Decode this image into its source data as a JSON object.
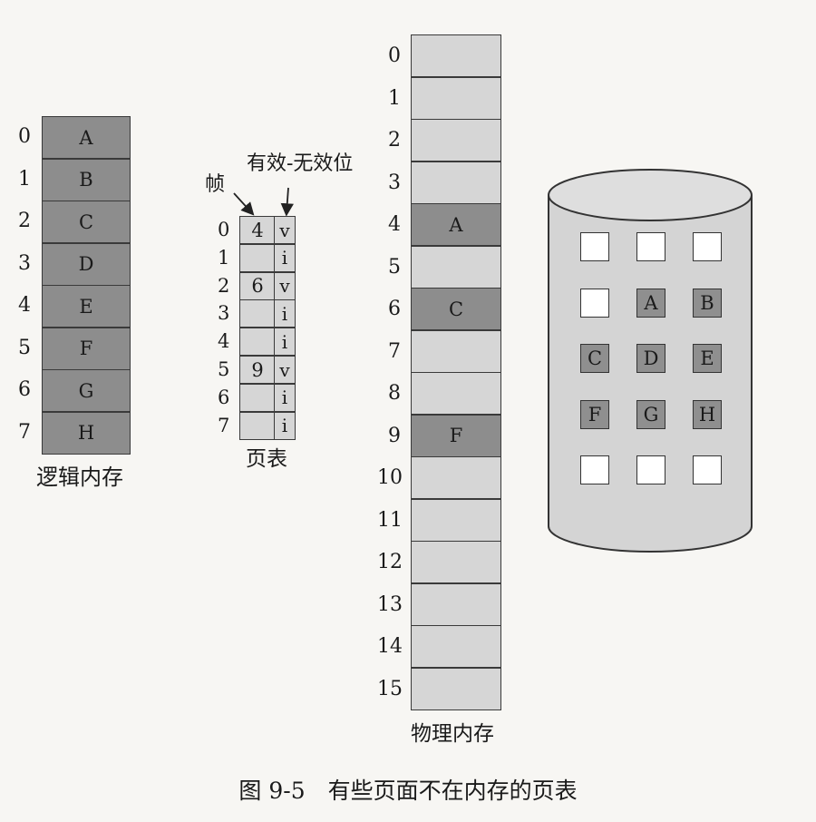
{
  "logical_memory": {
    "title": "逻辑内存",
    "rows": [
      {
        "index": "0",
        "page": "A"
      },
      {
        "index": "1",
        "page": "B"
      },
      {
        "index": "2",
        "page": "C"
      },
      {
        "index": "3",
        "page": "D"
      },
      {
        "index": "4",
        "page": "E"
      },
      {
        "index": "5",
        "page": "F"
      },
      {
        "index": "6",
        "page": "G"
      },
      {
        "index": "7",
        "page": "H"
      }
    ]
  },
  "page_table": {
    "title": "页表",
    "frame_label": "帧",
    "valid_label": "有效-无效位",
    "rows": [
      {
        "index": "0",
        "frame": "4",
        "bit": "v"
      },
      {
        "index": "1",
        "frame": "",
        "bit": "i"
      },
      {
        "index": "2",
        "frame": "6",
        "bit": "v"
      },
      {
        "index": "3",
        "frame": "",
        "bit": "i"
      },
      {
        "index": "4",
        "frame": "",
        "bit": "i"
      },
      {
        "index": "5",
        "frame": "9",
        "bit": "v"
      },
      {
        "index": "6",
        "frame": "",
        "bit": "i"
      },
      {
        "index": "7",
        "frame": "",
        "bit": "i"
      }
    ]
  },
  "physical_memory": {
    "title": "物理内存",
    "frames": [
      {
        "index": "0",
        "content": ""
      },
      {
        "index": "1",
        "content": ""
      },
      {
        "index": "2",
        "content": ""
      },
      {
        "index": "3",
        "content": ""
      },
      {
        "index": "4",
        "content": "A"
      },
      {
        "index": "5",
        "content": ""
      },
      {
        "index": "6",
        "content": "C"
      },
      {
        "index": "7",
        "content": ""
      },
      {
        "index": "8",
        "content": ""
      },
      {
        "index": "9",
        "content": "F"
      },
      {
        "index": "10",
        "content": ""
      },
      {
        "index": "11",
        "content": ""
      },
      {
        "index": "12",
        "content": ""
      },
      {
        "index": "13",
        "content": ""
      },
      {
        "index": "14",
        "content": ""
      },
      {
        "index": "15",
        "content": ""
      }
    ]
  },
  "disk": {
    "grid": [
      [
        "",
        "",
        ""
      ],
      [
        "",
        "A",
        "B"
      ],
      [
        "C",
        "D",
        "E"
      ],
      [
        "F",
        "G",
        "H"
      ],
      [
        "",
        "",
        ""
      ]
    ]
  },
  "caption": "图 9-5　有些页面不在内存的页表",
  "colors": {
    "dark": "#8d8d8d",
    "light": "#d6d6d6",
    "border": "#3a3a3a",
    "background": "#f7f6f3"
  }
}
